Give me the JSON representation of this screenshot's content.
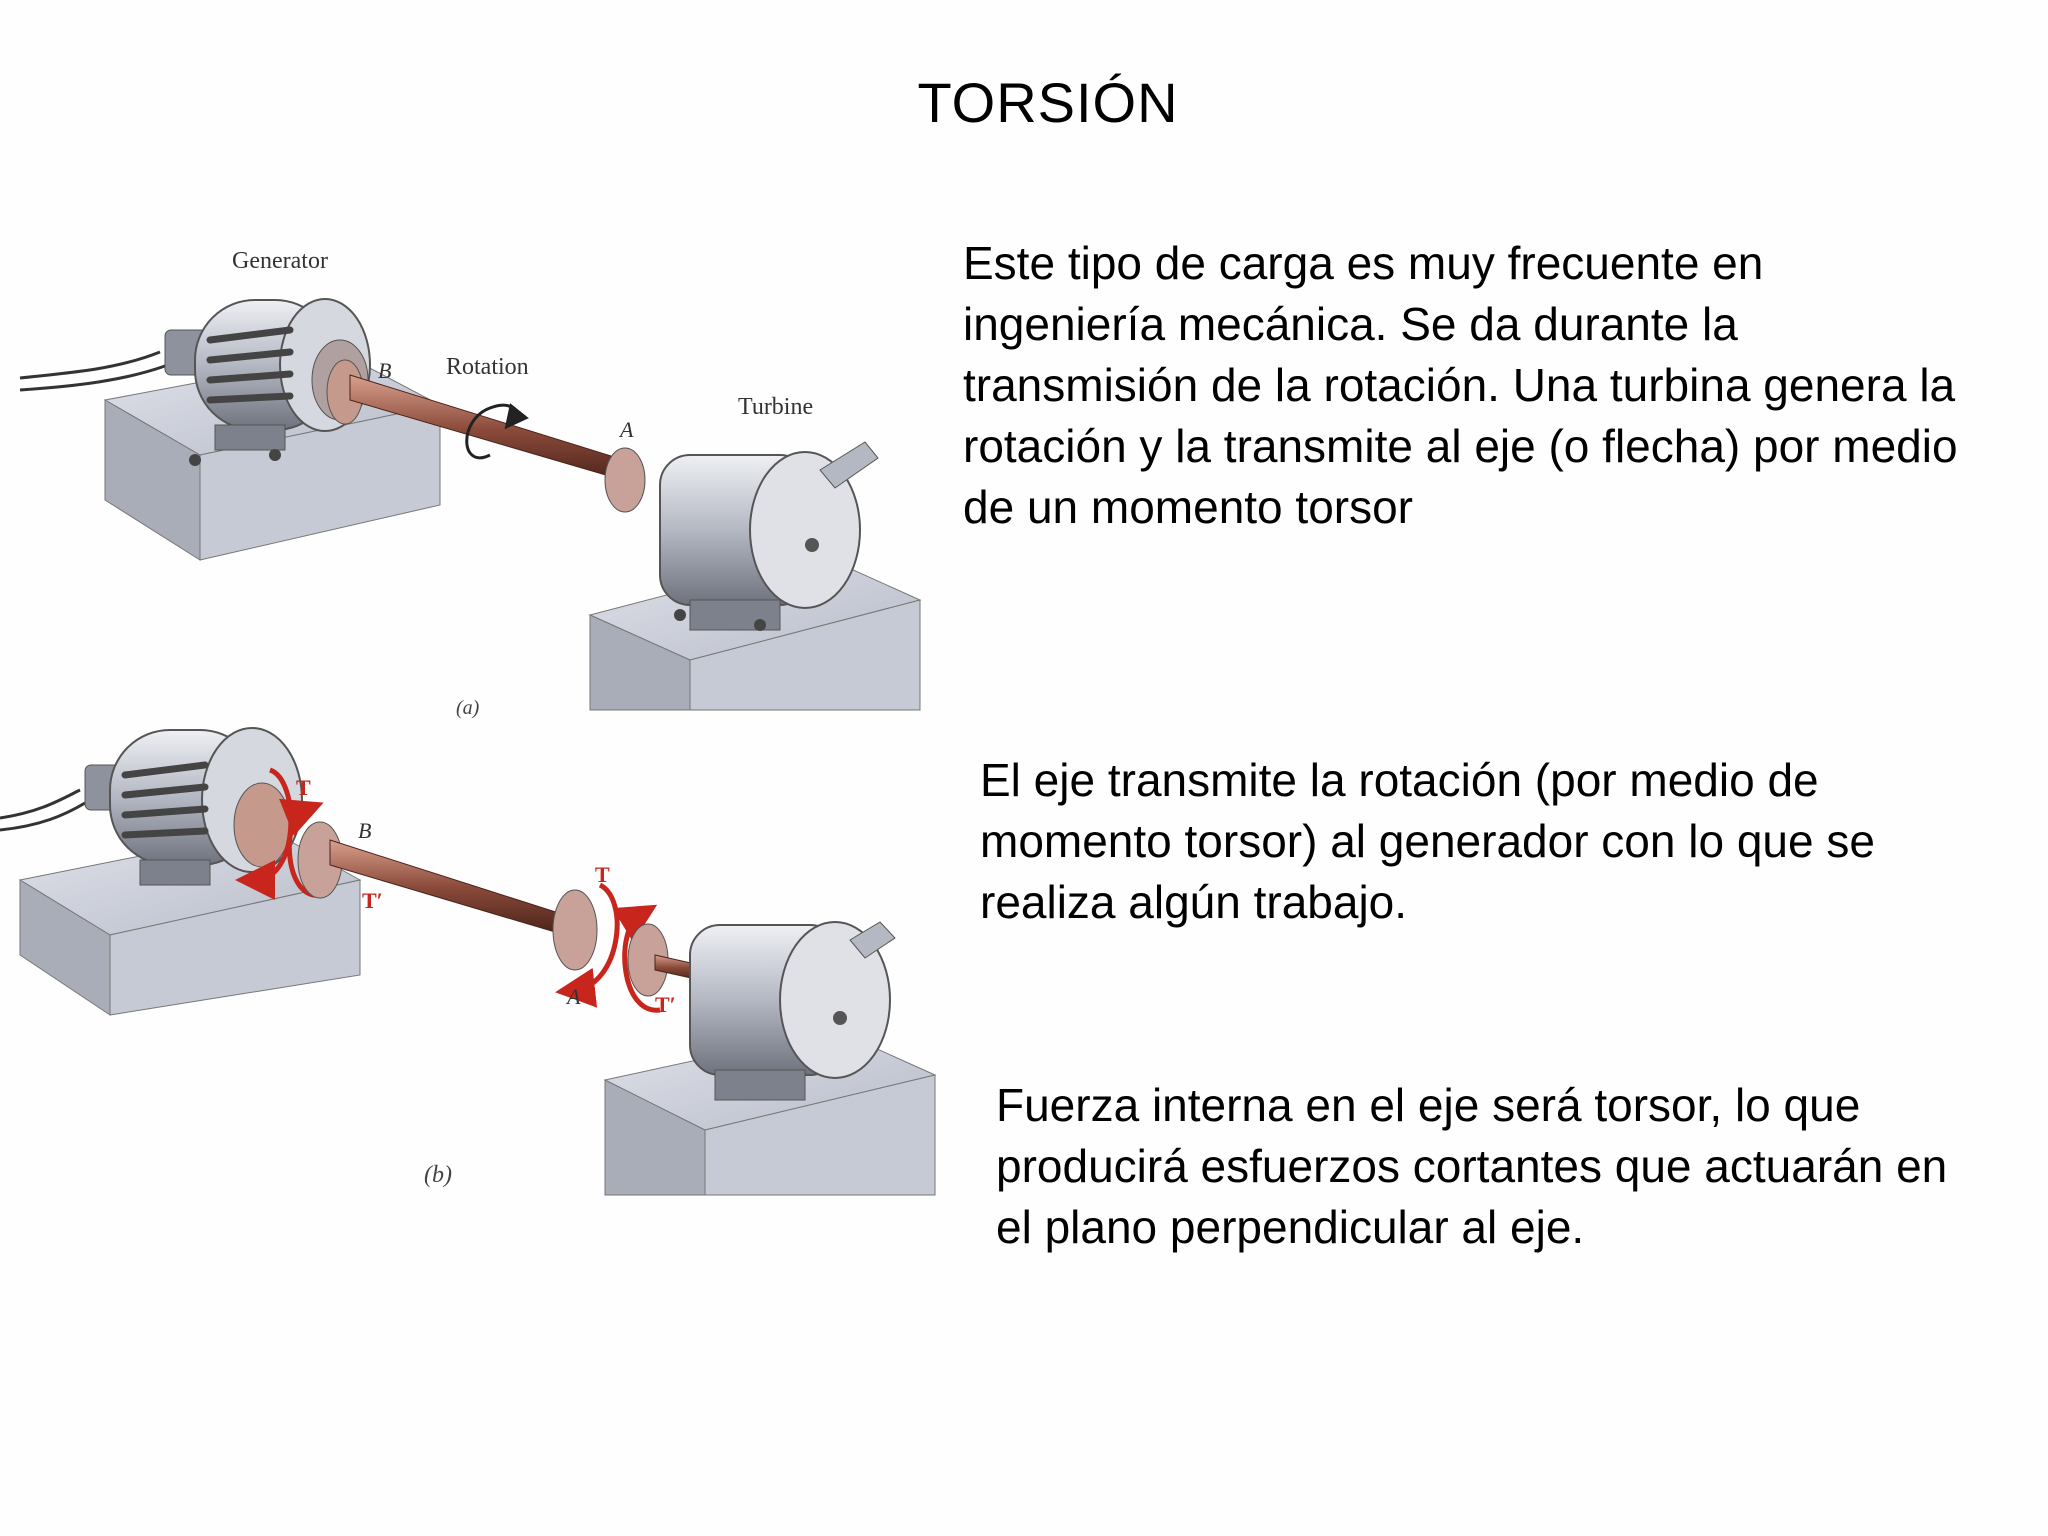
{
  "slide": {
    "title": "TORSIÓN",
    "paragraphs": [
      "Este tipo de carga es muy frecuente en ingeniería mecánica. Se da durante la transmisión de la rotación. Una turbina genera la rotación y la transmite al eje (o flecha) por medio de un momento torsor",
      "El eje transmite la rotación (por medio de momento torsor) al generador con lo que se realiza algún trabajo.",
      "Fuerza interna en el eje será torsor, lo que producirá esfuerzos cortantes que actuarán en el plano perpendicular al eje."
    ]
  },
  "figure_a": {
    "generator_label": "Generator",
    "rotation_label": "Rotation",
    "turbine_label": "Turbine",
    "point_b": "B",
    "point_a": "A",
    "caption": "(a)"
  },
  "figure_b": {
    "torque_t_left": "T",
    "torque_tprime_left": "T′",
    "point_b": "B",
    "torque_t_right": "T",
    "torque_tprime_right": "T′",
    "point_a": "A",
    "caption": "(b)"
  },
  "colors": {
    "torque_arrow": "#c8251c",
    "shaft": "#8a4a3a",
    "machine_gray": "#b9bcc4",
    "base_gray": "#c9cdd6"
  }
}
